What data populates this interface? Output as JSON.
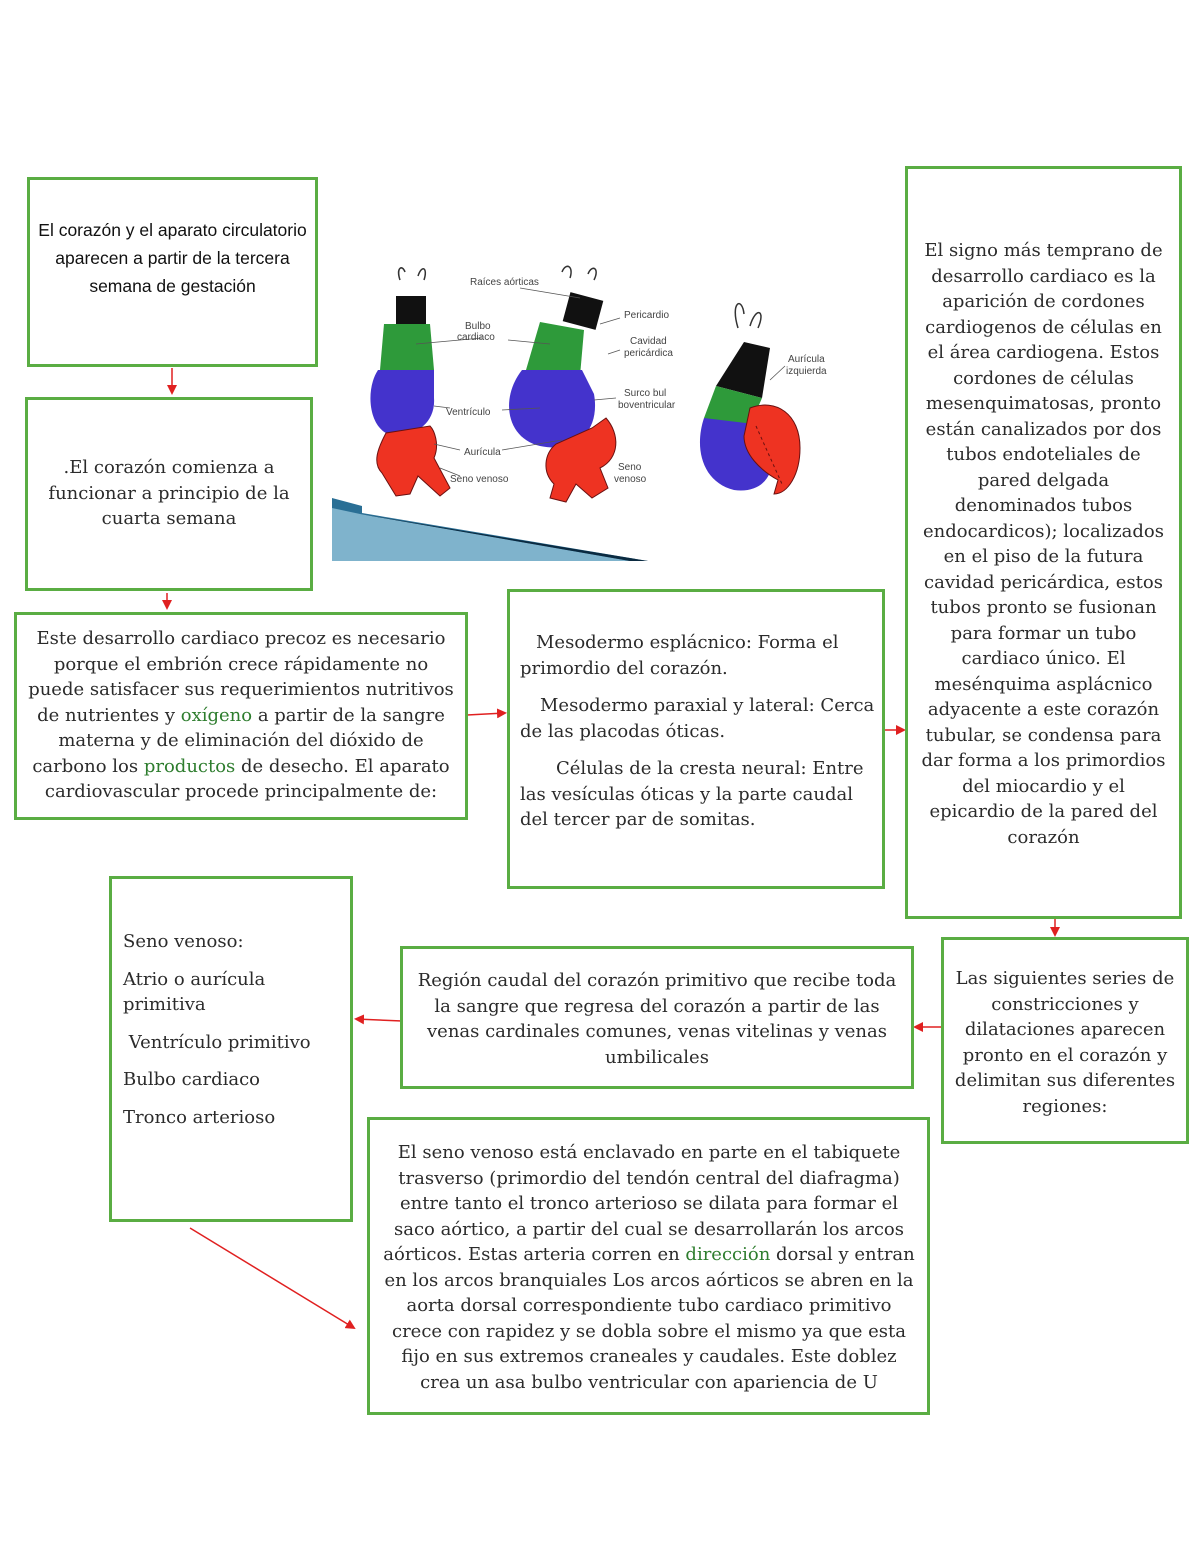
{
  "box1": {
    "text": "El corazón y el aparato circulatorio aparecen a partir de la tercera semana de gestación"
  },
  "box2": {
    "text": ".El corazón comienza a funcionar a principio de la cuarta semana"
  },
  "box3": {
    "part1": "Este desarrollo cardiaco precoz es necesario porque el embrión crece rápidamente no puede satisfacer sus requerimientos nutritivos de nutrientes y ",
    "link1": "oxígeno",
    "part2": " a partir de la sangre materna y de eliminación del dióxido de carbono los ",
    "link2": "productos",
    "part3": " de desecho. El aparato cardiovascular procede principalmente de:"
  },
  "box4": {
    "items": [
      "Mesodermo esplácnico: Forma el primordio del corazón.",
      "Mesodermo paraxial y lateral: Cerca de las placodas óticas.",
      "Células de la cresta neural: Entre las vesículas óticas y  la parte caudal del tercer par de somitas."
    ]
  },
  "box5": {
    "text": "El signo más temprano de desarrollo cardiaco es la aparición de cordones cardiogenos de células en el área cardiogena. Estos cordones de células mesenquimatosas, pronto están canalizados por dos tubos endoteliales de pared delgada denominados tubos endocardicos); localizados en el piso de la futura cavidad pericárdica, estos tubos pronto se fusionan para formar un tubo cardiaco único. El mesénquima asplácnico adyacente a este corazón tubular, se condensa para dar forma a los primordios del miocardio y el epicardio  de la pared del corazón"
  },
  "box6": {
    "text": "Las siguientes series de constricciones y dilataciones aparecen pronto en  el corazón y delimitan sus diferentes regiones:"
  },
  "box7": {
    "text": "Región caudal del corazón primitivo que recibe toda la sangre que regresa del corazón a partir de las venas cardinales comunes, venas vitelinas y venas umbilicales"
  },
  "box8": {
    "items": [
      "Seno venoso:",
      "Atrio o aurícula primitiva",
      " Ventrículo primitivo",
      "Bulbo cardiaco",
      "Tronco arterioso"
    ]
  },
  "box9": {
    "part1": "El seno venoso está enclavado en parte en el tabiquete trasverso (primordio del tendón central del diafragma) entre tanto el tronco arterioso se dilata para formar el saco aórtico, a partir del cual se desarrollarán los arcos aórticos. Estas arteria corren en ",
    "link": "dirección",
    "part2": " dorsal y entran en los arcos branquiales Los arcos aórticos se abren en la aorta dorsal correspondiente tubo cardiaco primitivo crece con rapidez y se dobla sobre el mismo ya que esta fijo en sus extremos craneales y caudales. Este doblez crea un asa bulbo ventricular con apariencia de U"
  },
  "figure": {
    "labels": {
      "raices": "Raíces aórticas",
      "bulbo1": "Bulbo",
      "bulbo2": "cardiaco",
      "ventriculo": "Ventrículo",
      "auricula": "Aurícula",
      "seno_venoso": "Seno venoso",
      "pericardio": "Pericardio",
      "cavidad1": "Cavidad",
      "cavidad2": "pericárdica",
      "surco1": "Surco bul",
      "surco2": "boventricular",
      "seno1": "Seno",
      "seno2": "venoso",
      "aur_izq1": "Aurícula",
      "aur_izq2": "izquierda"
    },
    "colors": {
      "green": "#2e9a3a",
      "blue": "#4433cc",
      "red": "#ee3322",
      "black": "#111111"
    }
  },
  "colors": {
    "box_border": "#5aad43",
    "arrow": "#e02020",
    "link": "#2e7d2e"
  }
}
